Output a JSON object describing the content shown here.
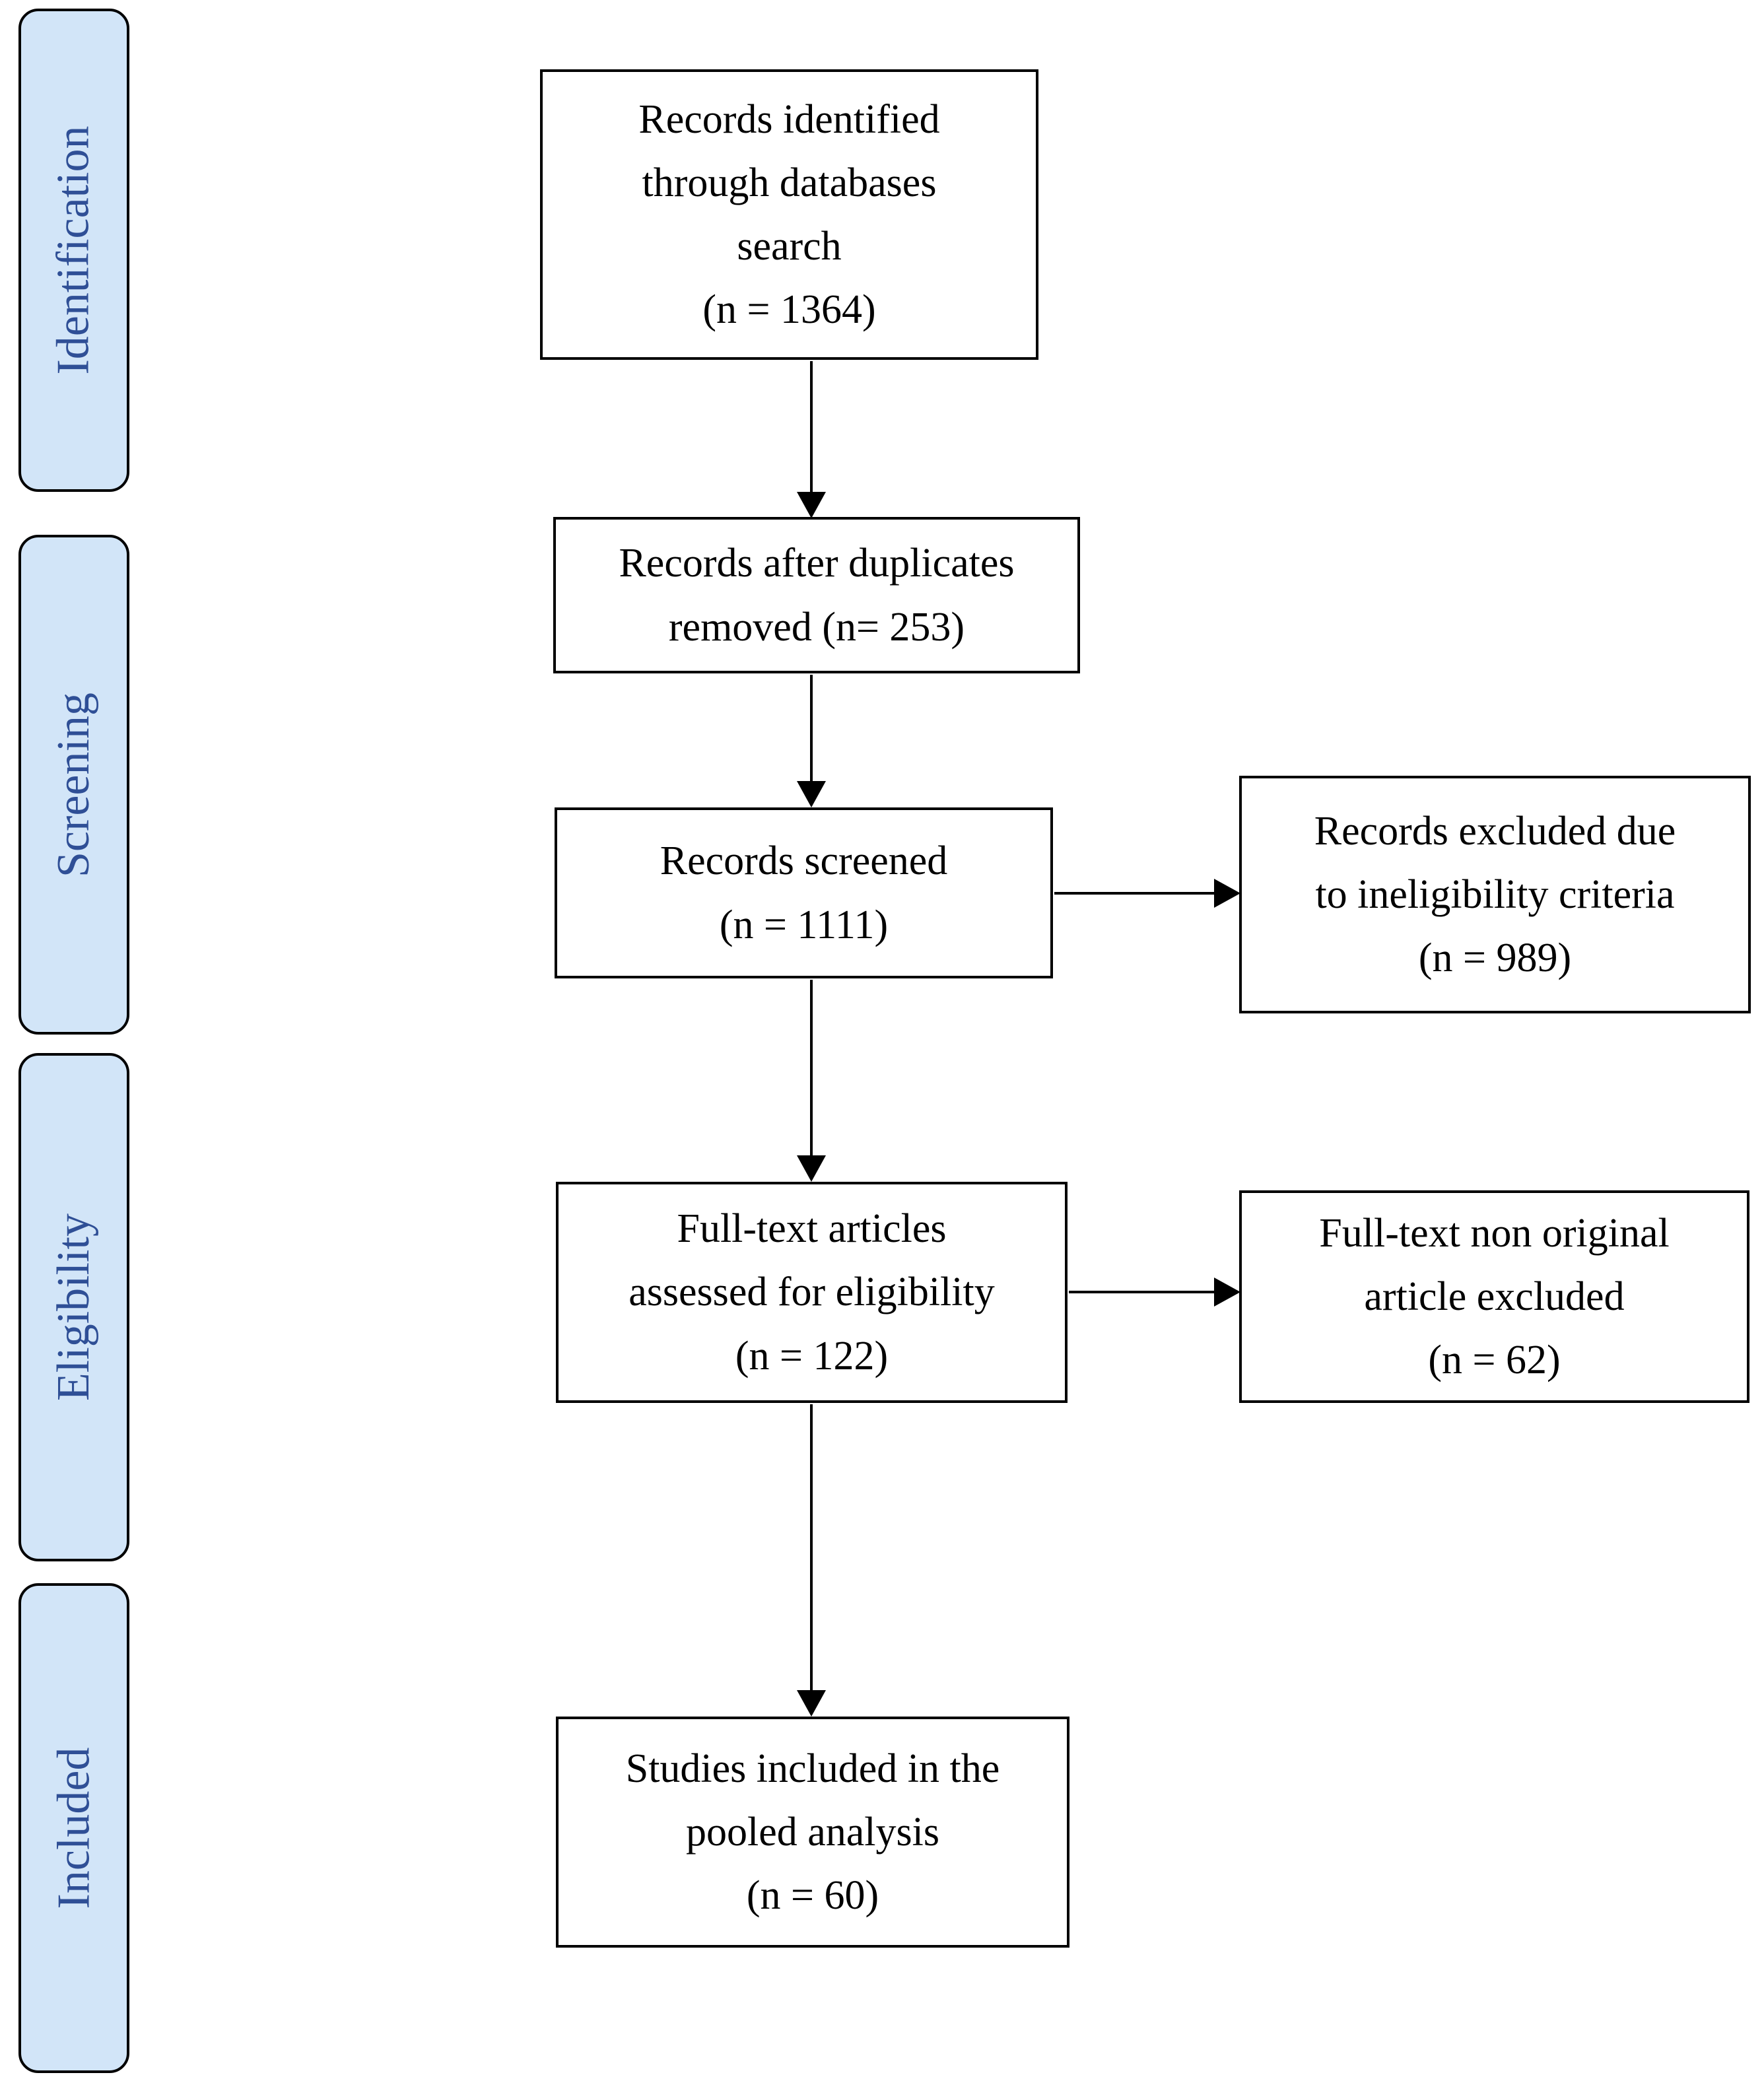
{
  "diagram_type": "PRISMA study selection flow diagram",
  "sidebar": {
    "stages": [
      {
        "id": "identification",
        "label": "Identification"
      },
      {
        "id": "screening",
        "label": "Screening"
      },
      {
        "id": "eligibility",
        "label": "Eligibility"
      },
      {
        "id": "included",
        "label": "Included"
      }
    ]
  },
  "flow": {
    "records_identified": {
      "text": "Records identified\nthrough databases\nsearch\n(n = 1364)",
      "n": 1364
    },
    "duplicates_removed": {
      "text": "Records after duplicates\nremoved (n= 253)",
      "n": 253
    },
    "records_screened": {
      "text": "Records screened\n(n = 1111)",
      "n": 1111
    },
    "fulltext_assessed": {
      "text": "Full-text articles\nassessed for eligibility\n(n = 122)",
      "n": 122
    },
    "studies_included": {
      "text": "Studies included in the\npooled analysis\n(n = 60)",
      "n": 60
    },
    "records_excluded": {
      "text": "Records excluded due\nto ineligibility criteria\n(n = 989)",
      "n": 989
    },
    "fulltext_excluded": {
      "text": "Full-text non original\narticle excluded\n(n = 62)",
      "n": 62
    }
  },
  "colors": {
    "stage_fill": "#D2E5F8",
    "stage_border": "#000000",
    "stage_text": "#2F4F96",
    "box_fill": "#FFFFFF",
    "box_border": "#000000",
    "box_text": "#000000",
    "arrow": "#000000",
    "background": "#FFFFFF"
  }
}
